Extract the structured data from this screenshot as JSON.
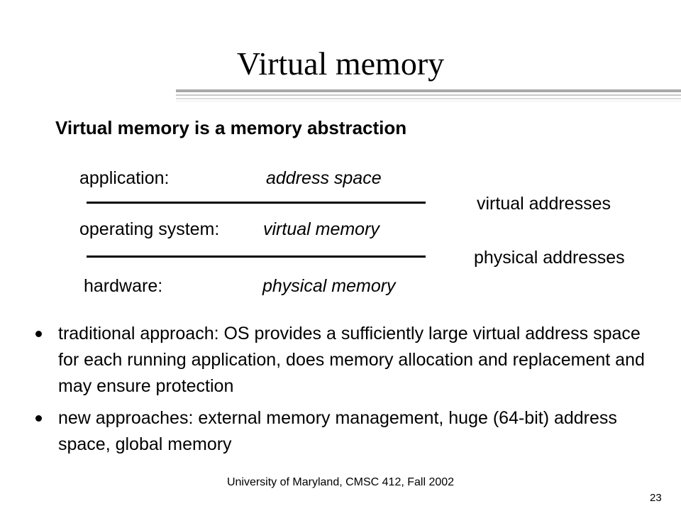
{
  "slide": {
    "title": "Virtual memory",
    "subtitle": "Virtual memory is a memory abstraction"
  },
  "diagram": {
    "row1": {
      "label": "application:",
      "value": "address space"
    },
    "row2": {
      "label": "operating system:",
      "value": "virtual memory"
    },
    "row3": {
      "label": "hardware:",
      "value": "physical memory"
    },
    "boundary1": "virtual addresses",
    "boundary2": "physical addresses"
  },
  "bullets": [
    "traditional approach: OS provides a sufficiently large virtual address space for each running application, does memory allocation and replacement and may ensure protection",
    "new approaches: external memory management, huge (64-bit) address space, global memory"
  ],
  "footer": {
    "text": "University of Maryland, CMSC 412, Fall 2002",
    "page": "23"
  }
}
